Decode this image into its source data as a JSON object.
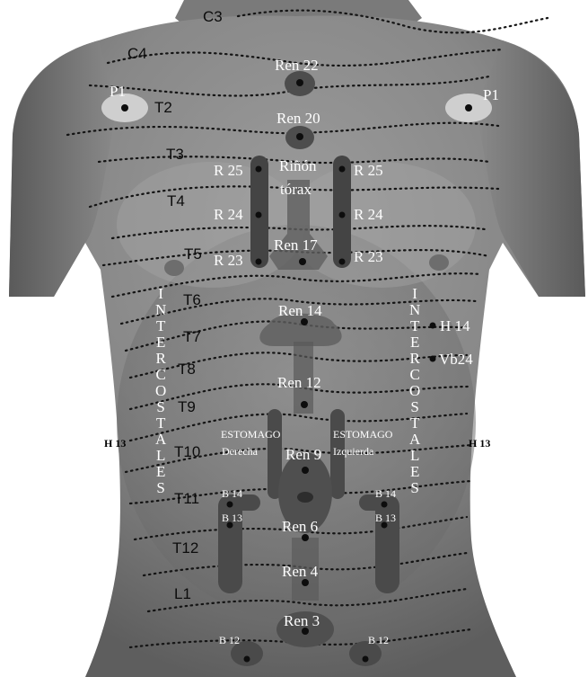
{
  "colors": {
    "skin_light": "#b5b5b5",
    "skin_mid": "#8e8e8e",
    "skin_dark": "#5d5d5d",
    "marker": "#0d0d0d",
    "channel": "#4a4a4a",
    "pale_marker": "#c9c9c9"
  },
  "dermatomes": {
    "c3": "C3",
    "c4": "C4",
    "t2": "T2",
    "t3": "T3",
    "t4": "T4",
    "t5": "T5",
    "t6": "T6",
    "t7": "T7",
    "t8": "T8",
    "t9": "T9",
    "t10": "T10",
    "t11": "T11",
    "t12": "T12",
    "l1": "L1"
  },
  "points": {
    "ren22": "Ren 22",
    "ren20": "Ren 20",
    "ren17": "Ren 17",
    "ren14": "Ren 14",
    "ren12": "Ren 12",
    "ren9": "Ren 9",
    "ren6": "Ren 6",
    "ren4": "Ren 4",
    "ren3": "Ren 3",
    "p1_left": "P1",
    "p1_right": "P1",
    "r25_left": "R 25",
    "r24_left": "R 24",
    "r23_left": "R 23",
    "r25_right": "R 25",
    "r24_right": "R 24",
    "r23_right": "R 23",
    "h14": "H 14",
    "vb24": "Vb24",
    "h13_left": "H 13",
    "h13_right": "H 13",
    "b14_left": "B 14",
    "b13_left": "B 13",
    "b14_right": "B 14",
    "b13_right": "B 13",
    "b12_left": "B 12",
    "b12_right": "B 12"
  },
  "regions": {
    "rinon_line1": "Riñón",
    "rinon_line2": "tórax",
    "estomago_right_title": "ESTOMAGO",
    "estomago_right_sub": "Derecha",
    "estomago_left_title": "ESTOMAGO",
    "estomago_left_sub": "Izquierda"
  },
  "vertical_labels": {
    "intercostales_left": [
      "I",
      "N",
      "T",
      "E",
      "R",
      "C",
      "O",
      "S",
      "T",
      "A",
      "L",
      "E",
      "S"
    ],
    "intercostales_right": [
      "I",
      "N",
      "T",
      "E",
      "R",
      "C",
      "O",
      "S",
      "T",
      "A",
      "L",
      "E",
      "S"
    ]
  }
}
